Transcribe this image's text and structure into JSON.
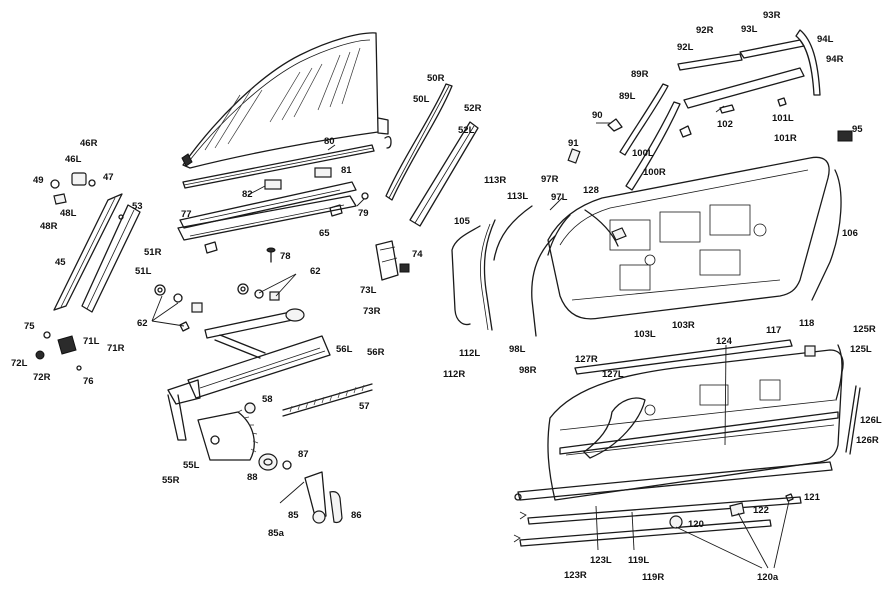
{
  "labels": {
    "l_80": "80",
    "l_81": "81",
    "l_82": "82",
    "l_77": "77",
    "l_79": "79",
    "l_65": "65",
    "l_46R": "46R",
    "l_46L": "46L",
    "l_47": "47",
    "l_49": "49",
    "l_48L": "48L",
    "l_48R": "48R",
    "l_53": "53",
    "l_45": "45",
    "l_51R": "51R",
    "l_51L": "51L",
    "l_78": "78",
    "l_62a": "62",
    "l_62b": "62",
    "l_75": "75",
    "l_71L": "71L",
    "l_71R": "71R",
    "l_72L": "72L",
    "l_72R": "72R",
    "l_76": "76",
    "l_50R": "50R",
    "l_50L": "50L",
    "l_52R": "52R",
    "l_52L": "52L",
    "l_74": "74",
    "l_73L": "73L",
    "l_73R": "73R",
    "l_56L": "56L",
    "l_56R": "56R",
    "l_57": "57",
    "l_58": "58",
    "l_55L": "55L",
    "l_55R": "55R",
    "l_87": "87",
    "l_88": "88",
    "l_86": "86",
    "l_85": "85",
    "l_85a": "85a",
    "l_105": "105",
    "l_113R": "113R",
    "l_113L": "113L",
    "l_112L": "112L",
    "l_112R": "112R",
    "l_98L": "98L",
    "l_98R": "98R",
    "l_97R": "97R",
    "l_97L": "97L",
    "l_128": "128",
    "l_91": "91",
    "l_90": "90",
    "l_89R": "89R",
    "l_89L": "89L",
    "l_92R": "92R",
    "l_92L": "92L",
    "l_93R": "93R",
    "l_93L": "93L",
    "l_94L": "94L",
    "l_94R": "94R",
    "l_102": "102",
    "l_101L": "101L",
    "l_101R": "101R",
    "l_95": "95",
    "l_100L": "100L",
    "l_100R": "100R",
    "l_106": "106",
    "l_103L": "103L",
    "l_103R": "103R",
    "l_127R": "127R",
    "l_127L": "127L",
    "l_124": "124",
    "l_117": "117",
    "l_118": "118",
    "l_125R": "125R",
    "l_125L": "125L",
    "l_126L": "126L",
    "l_126R": "126R",
    "l_121": "121",
    "l_122": "122",
    "l_120": "120",
    "l_120a": "120a",
    "l_123L": "123L",
    "l_123R": "123R",
    "l_119L": "119L",
    "l_119R": "119R"
  }
}
